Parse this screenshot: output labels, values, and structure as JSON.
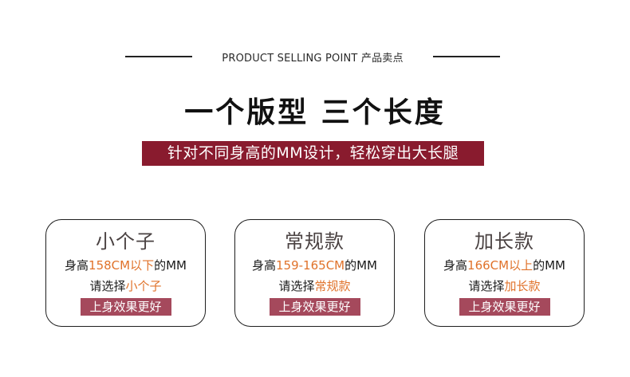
{
  "header": {
    "label": "PRODUCT SELLING POINT 产品卖点"
  },
  "main_title": "一个版型 三个长度",
  "subtitle": "针对不同身高的MM设计，轻松穿出大长腿",
  "colors": {
    "banner": "#891b2e",
    "highlight": "#e0722a",
    "badge": "#a5495c",
    "card_title": "#4a4242"
  },
  "cards": [
    {
      "title": "小个子",
      "height_prefix": "身高",
      "height_value": "158CM以下",
      "height_suffix": "的MM",
      "choose_prefix": "请选择",
      "choose_value": "小个子",
      "badge": "上身效果更好"
    },
    {
      "title": "常规款",
      "height_prefix": "身高",
      "height_value": "159-165CM",
      "height_suffix": "的MM",
      "choose_prefix": "请选择",
      "choose_value": "常规款",
      "badge": "上身效果更好"
    },
    {
      "title": "加长款",
      "height_prefix": "身高",
      "height_value": "166CM以上",
      "height_suffix": "的MM",
      "choose_prefix": "请选择",
      "choose_value": "加长款",
      "badge": "上身效果更好"
    }
  ]
}
